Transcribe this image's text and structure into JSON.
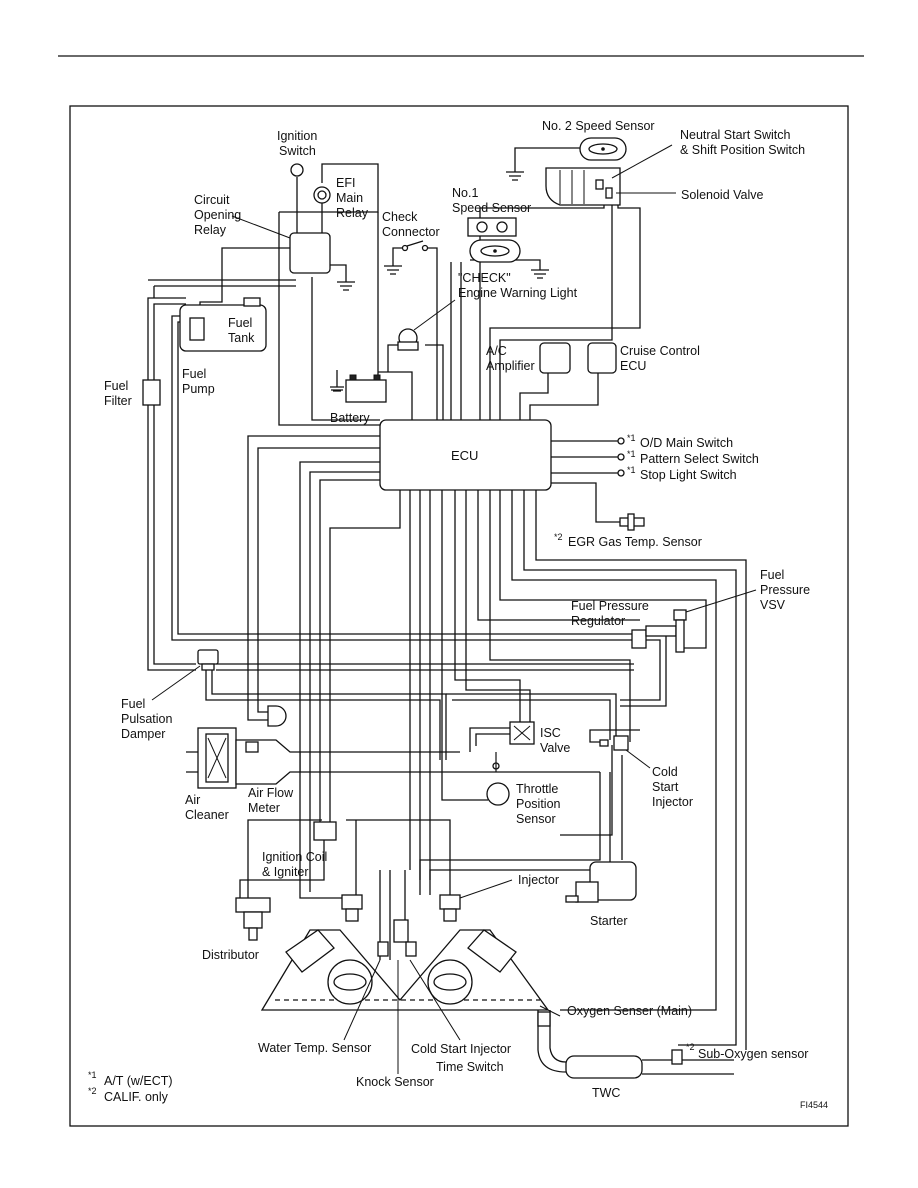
{
  "diagram": {
    "labels": {
      "ignition_switch": [
        "Ignition",
        "Switch"
      ],
      "efi_main_relay": [
        "EFI",
        "Main",
        "Relay"
      ],
      "circuit_opening_relay": [
        "Circuit",
        "Opening",
        "Relay"
      ],
      "check_connector": [
        "Check",
        "Connector"
      ],
      "no1_speed_sensor": [
        "No.1",
        "Speed Sensor"
      ],
      "no2_speed_sensor": "No. 2 Speed Sensor",
      "neutral_start_switch": [
        "Neutral Start Switch",
        "& Shift Position Switch"
      ],
      "solenoid_valve": "Solenoid Valve",
      "check_light": [
        "\"CHECK\"",
        "Engine Warning Light"
      ],
      "fuel_tank": [
        "Fuel",
        "Tank"
      ],
      "fuel_pump": [
        "Fuel",
        "Pump"
      ],
      "fuel_filter": [
        "Fuel",
        "Filter"
      ],
      "battery": "Battery",
      "ac_amplifier": [
        "A/C",
        "Amplifier"
      ],
      "cruise_control_ecu": [
        "Cruise Control",
        "ECU"
      ],
      "ecu": "ECU",
      "od_main_switch": "O/D Main Switch",
      "pattern_select_switch": "Pattern Select Switch",
      "stop_light_switch": "Stop Light Switch",
      "egr_gas_temp_sensor": "EGR Gas Temp. Sensor",
      "fuel_pressure_vsv": [
        "Fuel",
        "Pressure",
        "VSV"
      ],
      "fuel_pressure_regulator": [
        "Fuel Pressure",
        "Regulator"
      ],
      "fuel_pulsation_damper": [
        "Fuel",
        "Pulsation",
        "Damper"
      ],
      "isc_valve": [
        "ISC",
        "Valve"
      ],
      "cold_start_injector": [
        "Cold",
        "Start",
        "Injector"
      ],
      "air_cleaner": [
        "Air",
        "Cleaner"
      ],
      "air_flow_meter": [
        "Air Flow",
        "Meter"
      ],
      "throttle_position_sensor": [
        "Throttle",
        "Position",
        "Sensor"
      ],
      "ignition_coil_igniter": [
        "Ignition Coil",
        "& Igniter"
      ],
      "injector": "Injector",
      "starter": "Starter",
      "distributor": "Distributor",
      "oxygen_sensor_main": "Oxygen Senser (Main)",
      "sub_oxygen_sensor": "Sub-Oxygen sensor",
      "water_temp_sensor": "Water Temp. Sensor",
      "cold_start_injector_time_switch": [
        "Cold Start Injector",
        "Time Switch"
      ],
      "knock_sensor": "Knock Sensor",
      "twc": "TWC"
    },
    "markers": {
      "note1": "*1",
      "note2": "*2"
    },
    "footnotes": {
      "note1_text": "A/T (w/ECT)",
      "note2_text": "CALIF. only"
    },
    "figure_code": "FI4544"
  }
}
